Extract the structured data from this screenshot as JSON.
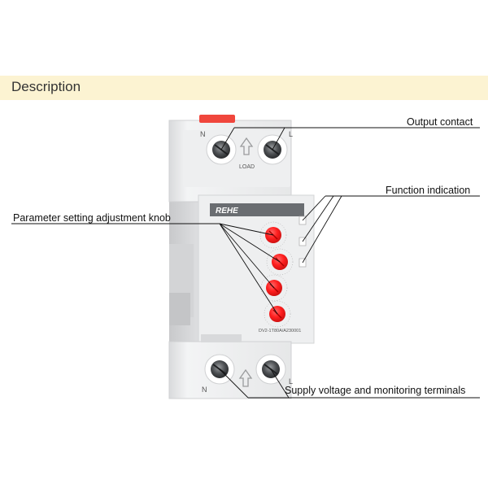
{
  "header": {
    "title": "Description"
  },
  "callouts": {
    "output_contact": "Output contact",
    "function_indication": "Function indication",
    "parameter_knob": "Parameter setting adjustment knob",
    "supply_terminals": "Supply voltage and monitoring terminals"
  },
  "device": {
    "brand": "REHE",
    "model": "DV2-1T80A/A230001",
    "load_label": "LOAD",
    "terminal_left": "N",
    "terminal_right": "L",
    "knob_count": 4,
    "indicator_count": 3
  },
  "colors": {
    "header_bg": "#fcf3d2",
    "knob_red": "#ff1f1f",
    "latch_red": "#f0463c",
    "housing": "#e9eaeb",
    "brand_bar": "#6a6d71"
  }
}
